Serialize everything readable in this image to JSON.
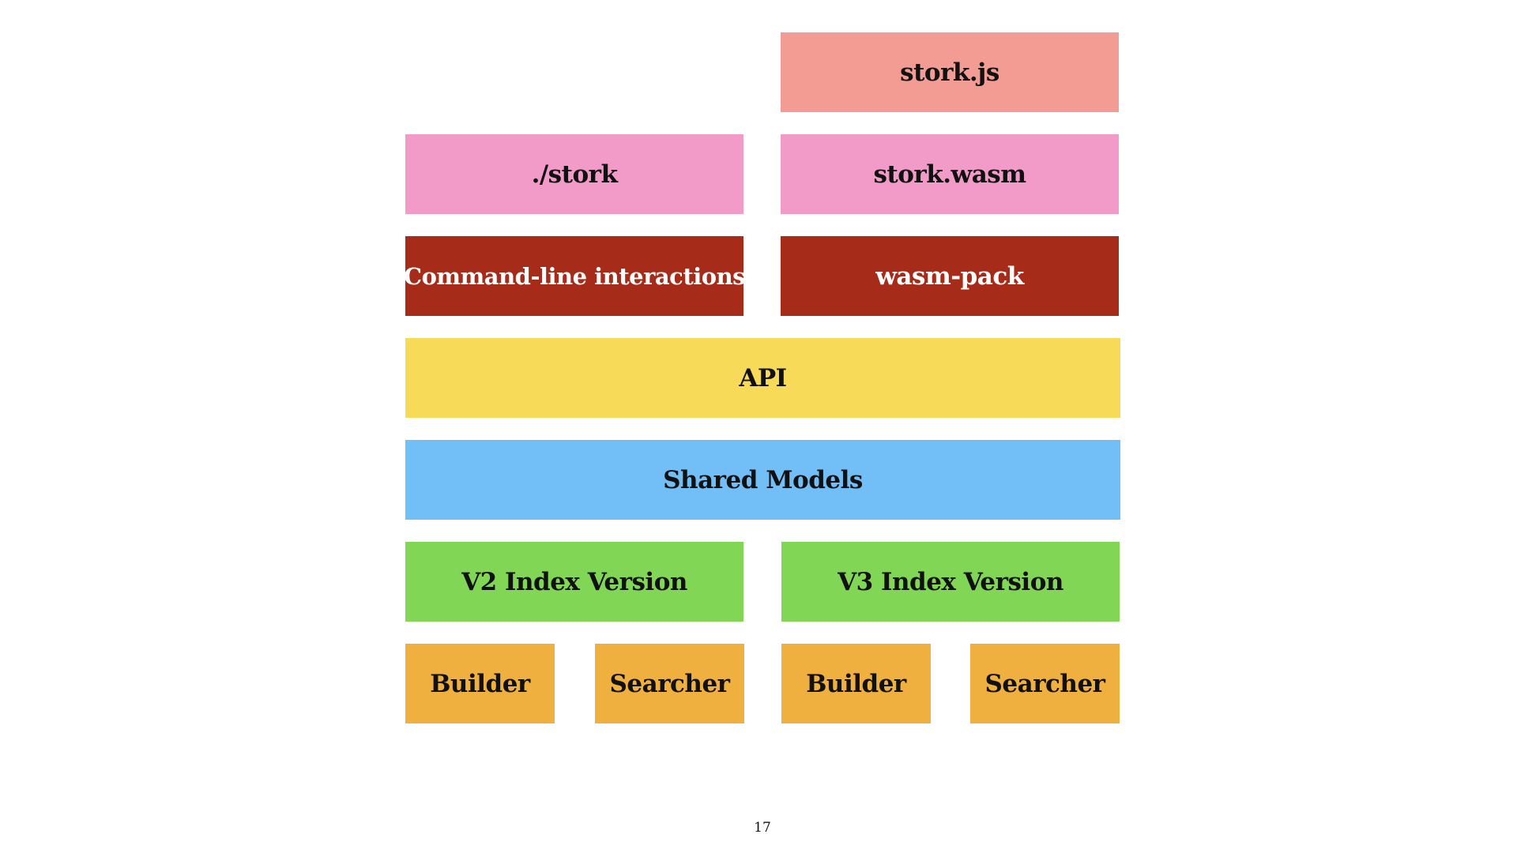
{
  "diagram": {
    "blocks": {
      "storkjs": {
        "label": "stork.js",
        "color": "#f29c93"
      },
      "stork": {
        "label": "./stork",
        "color": "#f29bc8"
      },
      "storkwasm": {
        "label": "stork.wasm",
        "color": "#f29bc8"
      },
      "cli": {
        "label": "Command-line interactions",
        "color": "#a62b18"
      },
      "wasmpack": {
        "label": "wasm-pack",
        "color": "#a62b18"
      },
      "api": {
        "label": "API",
        "color": "#f8da59"
      },
      "shared": {
        "label": "Shared Models",
        "color": "#72bff8"
      },
      "v2": {
        "label": "V2 Index Version",
        "color": "#82d656"
      },
      "v3": {
        "label": "V3 Index Version",
        "color": "#82d656"
      },
      "v2_builder": {
        "label": "Builder",
        "color": "#f0b03f"
      },
      "v2_searcher": {
        "label": "Searcher",
        "color": "#f0b03f"
      },
      "v3_builder": {
        "label": "Builder",
        "color": "#f0b03f"
      },
      "v3_searcher": {
        "label": "Searcher",
        "color": "#f0b03f"
      }
    }
  },
  "page_number": "17"
}
